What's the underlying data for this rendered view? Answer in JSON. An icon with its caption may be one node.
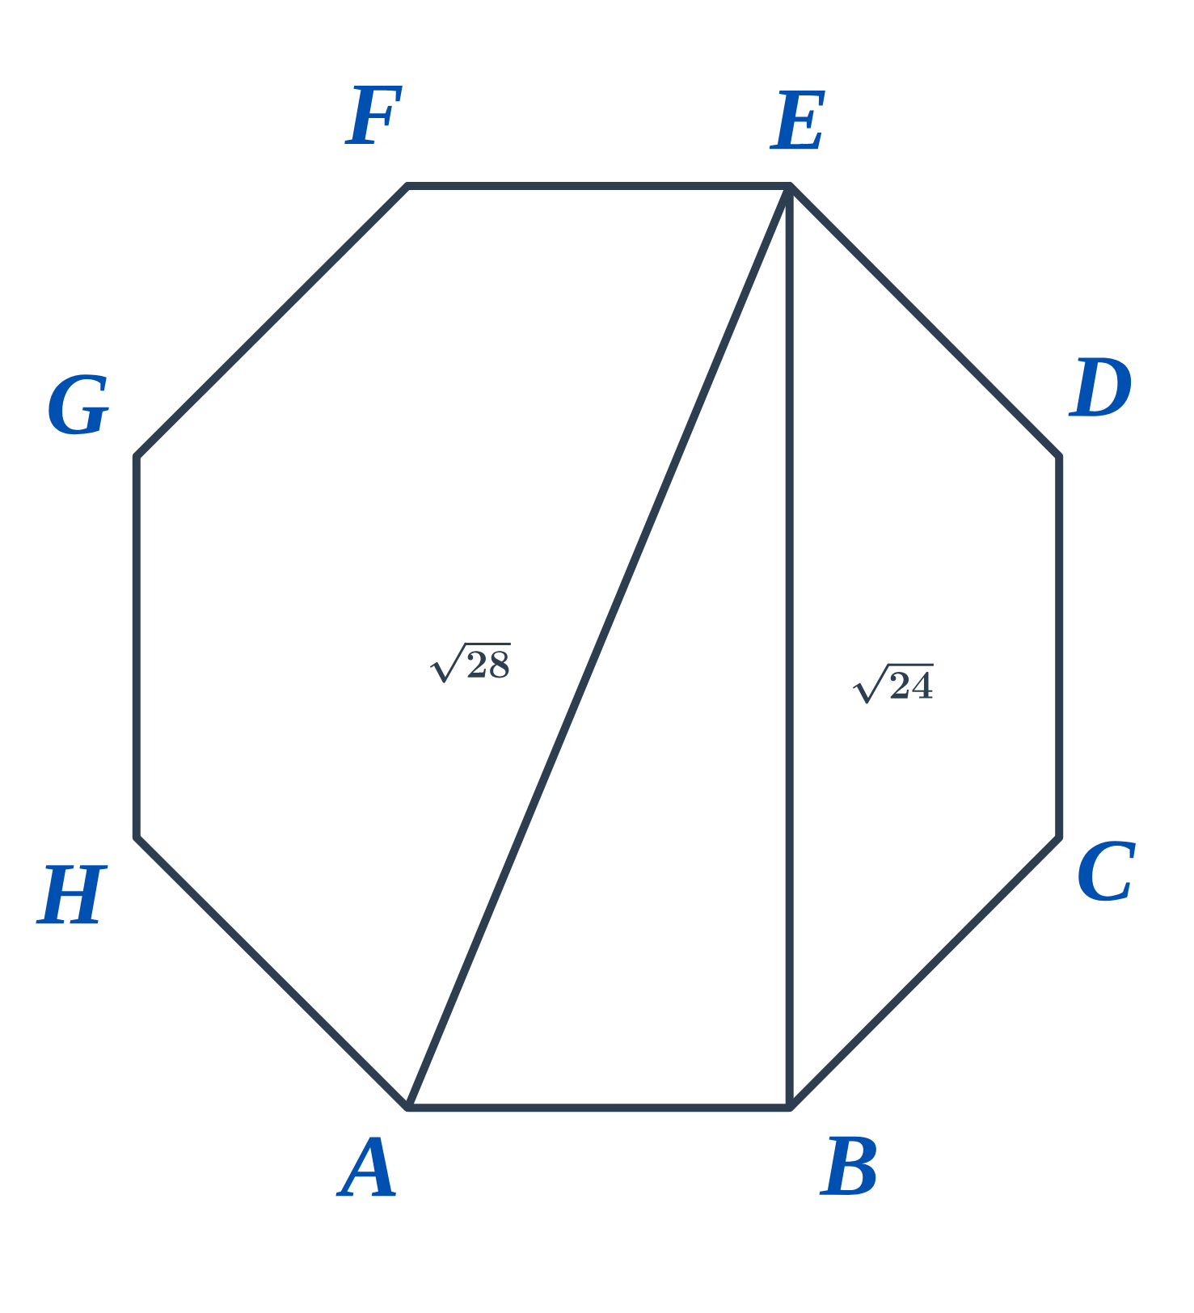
{
  "diagram": {
    "nodes": [
      {
        "text": [
          "A"
        ]
      },
      {
        "text": [
          "B"
        ]
      },
      {
        "text": [
          "C"
        ]
      },
      {
        "text": [
          "D"
        ]
      },
      {
        "text": [
          "E"
        ]
      },
      {
        "text": [
          "F"
        ]
      },
      {
        "text": [
          "G"
        ]
      },
      {
        "text": [
          "H"
        ]
      }
    ],
    "edges": [
      {
        "from": 0,
        "to": 1,
        "arrow": "none"
      },
      {
        "from": 1,
        "to": 2,
        "arrow": "none"
      },
      {
        "from": 2,
        "to": 3,
        "arrow": "none"
      },
      {
        "from": 3,
        "to": 4,
        "arrow": "none"
      },
      {
        "from": 4,
        "to": 5,
        "arrow": "none"
      },
      {
        "from": 5,
        "to": 6,
        "arrow": "none"
      },
      {
        "from": 6,
        "to": 7,
        "arrow": "none"
      },
      {
        "from": 7,
        "to": 0,
        "arrow": "none"
      },
      {
        "from": 0,
        "to": 4,
        "arrow": "none",
        "label": "\\sqrt{28}"
      },
      {
        "from": 1,
        "to": 4,
        "arrow": "none",
        "label": "\\sqrt{24}"
      }
    ]
  }
}
